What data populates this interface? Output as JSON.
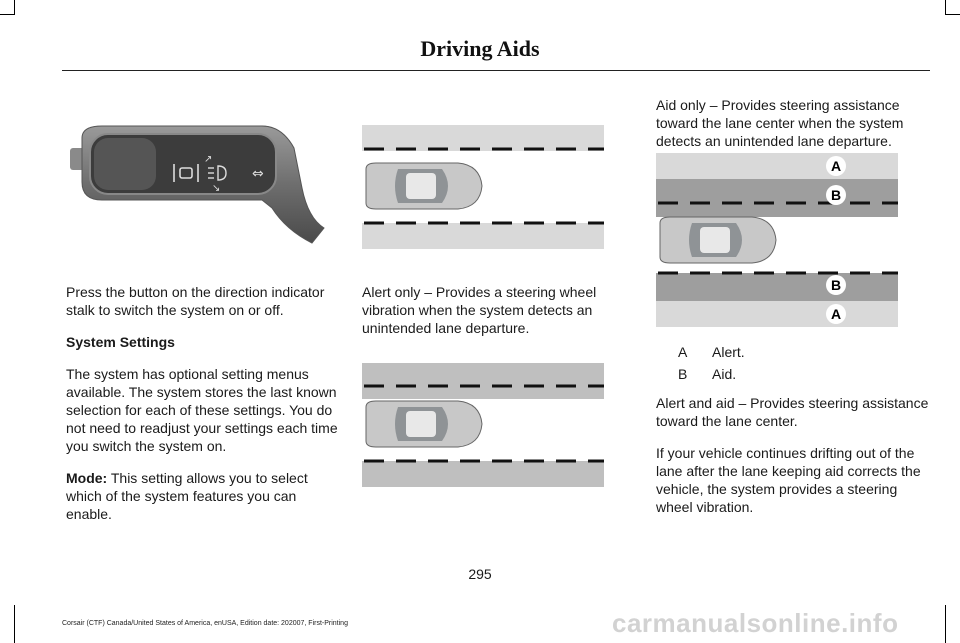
{
  "header": {
    "title": "Driving Aids"
  },
  "col1": {
    "para1": "Press the button on the direction indicator stalk to switch the system on or off.",
    "heading": "System Settings",
    "para2": "The system has optional setting menus available. The system stores the last known selection for each of these settings. You do not need to readjust your settings each time you switch the system on.",
    "mode_label": "Mode:",
    "mode_text": " This setting allows you to select which of the system features you can enable."
  },
  "col2": {
    "para1": "Alert only – Provides a steering wheel vibration when the system detects an unintended lane departure."
  },
  "col3": {
    "para1": "Aid only – Provides steering assistance toward the lane center when the system detects an unintended lane departure.",
    "legend": [
      {
        "key": "A",
        "value": "Alert."
      },
      {
        "key": "B",
        "value": "Aid."
      }
    ],
    "para2": "Alert and aid – Provides steering assistance toward the lane center.",
    "para3": "If your vehicle continues drifting out of the lane after the lane keeping aid corrects the vehicle, the system provides a steering wheel vibration."
  },
  "figure_labels": {
    "a": "A",
    "b": "B"
  },
  "page_number": "295",
  "footer": "Corsair (CTF) Canada/United States of America, enUSA, Edition date: 202007, First-Printing",
  "watermark": "carmanualsonline.info"
}
